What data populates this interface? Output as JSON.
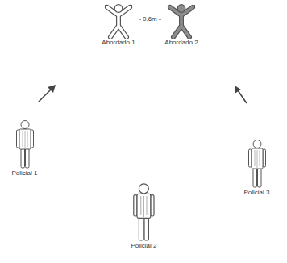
{
  "diagram": {
    "nodes": [
      {
        "text": [
          "Abordado 1"
        ]
      },
      {
        "text": [
          "Abordado 2"
        ]
      },
      {
        "text": [
          "Policial 1"
        ]
      },
      {
        "text": [
          "Policial 2"
        ]
      },
      {
        "text": [
          "Policial 3"
        ]
      }
    ],
    "edges": [
      {
        "from": 0,
        "to": 1,
        "label": "0.6m",
        "arrow": "none"
      }
    ]
  }
}
